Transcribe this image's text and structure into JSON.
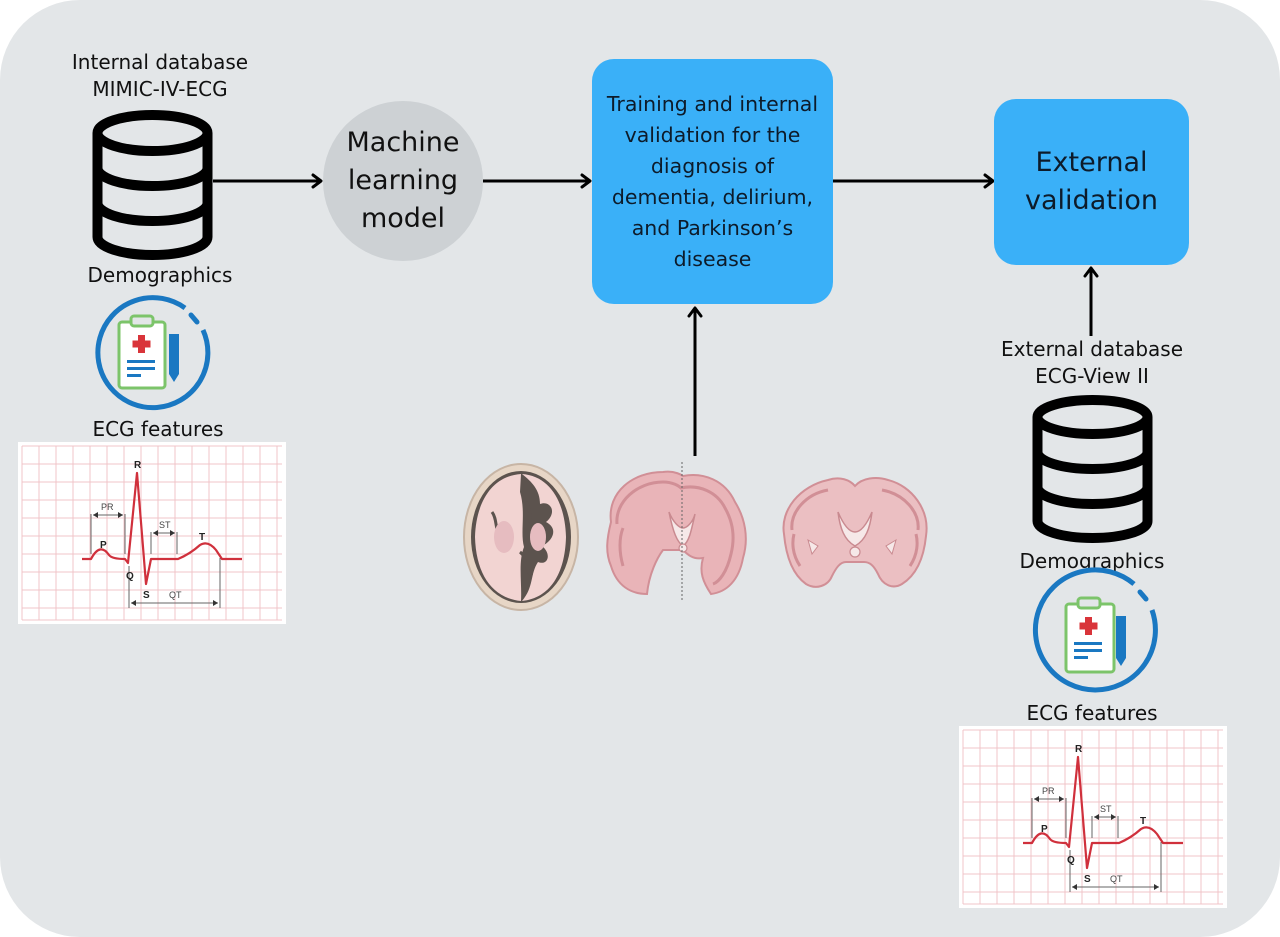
{
  "diagram": {
    "internal_db": {
      "title_line1": "Internal database",
      "title_line2": "MIMIC-IV-ECG",
      "icon": "database-icon",
      "demographics_label": "Demographics",
      "features_label": "ECG features"
    },
    "ml_model": {
      "line1": "Machine",
      "line2": "learning",
      "line3": "model"
    },
    "training_box": {
      "line1": "Training and internal",
      "line2": "validation for  the",
      "line3": "diagnosis of",
      "line4": "dementia, delirium,",
      "line5": "and Parkinson’s",
      "line6": "disease"
    },
    "external_validation": {
      "line1": "External",
      "line2": "validation"
    },
    "external_db": {
      "title_line1": "External database",
      "title_line2": "ECG-View II",
      "icon": "database-icon",
      "demographics_label": "Demographics",
      "features_label": "ECG features"
    },
    "ecg_waveform_labels": {
      "p": "P",
      "q": "Q",
      "r": "R",
      "s": "S",
      "t": "T",
      "pr": "PR",
      "st": "ST",
      "qt": "QT"
    },
    "brain_images": [
      "axial-brain-section",
      "coronal-brain-section-comparison",
      "coronal-brain-section"
    ],
    "colors": {
      "background": "#e3e6e8",
      "box_blue": "#3ab0f8",
      "node_gray": "#cdd1d4",
      "ring_blue": "#1a78c2",
      "clipboard_green": "#7cc46a",
      "cross_red": "#d9343a",
      "ecg_red": "#d0303c",
      "grid_pink": "#f1c4c8"
    }
  }
}
